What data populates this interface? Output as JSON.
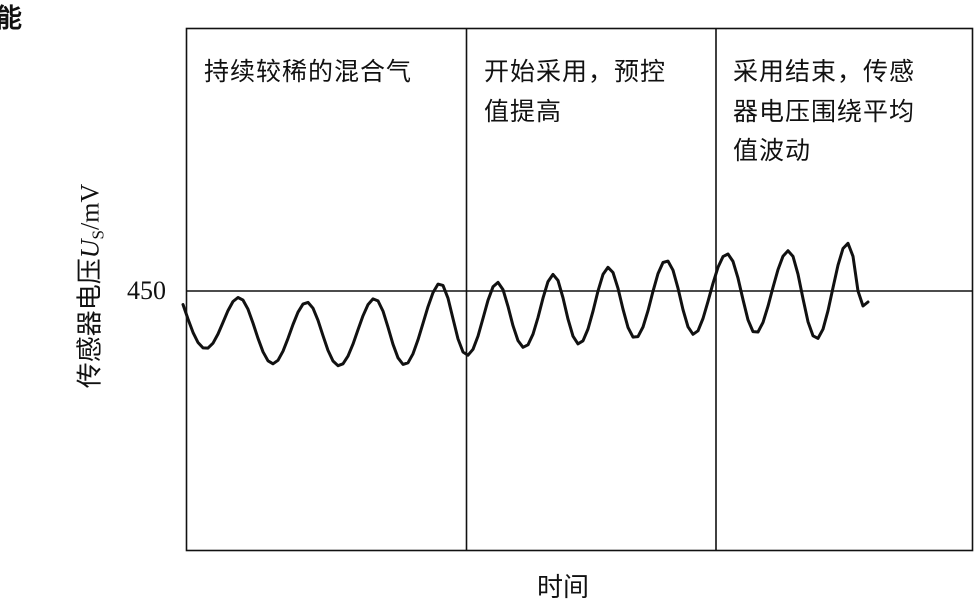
{
  "corner_label": "能",
  "chart_data": {
    "type": "line",
    "xlabel": "时间",
    "ylabel": {
      "prefix": "传感器电压",
      "symbol": "U",
      "subscript": "S",
      "unit": "/mV"
    },
    "y_ticks": [
      "450"
    ],
    "reference_lines": [
      {
        "axis": "y",
        "value": 450
      }
    ],
    "phases": [
      {
        "text": "持续较稀的混合气"
      },
      {
        "text": "开始采用，预控\n值提高"
      },
      {
        "text": "采用结束，传感\n器电压围绕平均\n值波动"
      }
    ],
    "series": [
      {
        "x": [
          0.0,
          5.0,
          10.0,
          15.0,
          20.0,
          25.0,
          30.0,
          35.0,
          40.0,
          45.0,
          50.0,
          55.0,
          60.0,
          65.0,
          70.0,
          75.0,
          80.0,
          85.0,
          90.0,
          95.0,
          100.0,
          105.0,
          110.0,
          115.0,
          120.0,
          125.0,
          130.0,
          135.0,
          140.0,
          145.0,
          150.0,
          155.0,
          160.0,
          165.0,
          170.0,
          175.0,
          180.0,
          185.0,
          190.0,
          195.0,
          200.0,
          205.0,
          210.0,
          215.0,
          220.0,
          225.0,
          230.0,
          235.0,
          240.0,
          245.0,
          250.0,
          255.0,
          260.0,
          265.0,
          270.0,
          275.0,
          280.0,
          285.0,
          290.0,
          295.0,
          300.0,
          305.0,
          310.0,
          315.0,
          320.0,
          325.0,
          330.0,
          335.0,
          340.0,
          345.0,
          350.0,
          355.0,
          360.0,
          365.0,
          370.0,
          375.0,
          380.0,
          385.0,
          390.0,
          395.0,
          400.0,
          405.0,
          410.0,
          415.0,
          420.0,
          425.0,
          430.0,
          435.0,
          440.0,
          445.0,
          450.0,
          455.0,
          460.0,
          465.0,
          470.0,
          475.0,
          480.0,
          485.0,
          490.0,
          495.0,
          500.0,
          505.0,
          510.0,
          515.0,
          520.0,
          525.0,
          530.0,
          535.0,
          540.0,
          545.0,
          550.0,
          555.0,
          560.0,
          565.0,
          570.0,
          575.0,
          580.0,
          585.0,
          590.0,
          595.0,
          600.0,
          605.0,
          610.0,
          615.0,
          620.0,
          625.0,
          630.0,
          635.0,
          640.0,
          645.0,
          650.0,
          655.0,
          660.0,
          665.0,
          670.0,
          675.0,
          680.0,
          685.0
        ],
        "y": [
          436.5,
          422.0,
          408.6,
          398.5,
          393.1,
          392.9,
          397.8,
          407.0,
          418.6,
          430.4,
          439.5,
          443.5,
          440.9,
          431.8,
          417.9,
          402.7,
          389.2,
          380.2,
          377.2,
          380.7,
          389.8,
          402.6,
          416.5,
          428.8,
          436.9,
          438.6,
          432.8,
          420.7,
          405.3,
          390.6,
          380.0,
          375.3,
          377.2,
          384.9,
          396.9,
          411.2,
          425.2,
          436.4,
          442.1,
          440.1,
          429.9,
          413.8,
          396.7,
          383.2,
          376.6,
          378.2,
          387.2,
          401.2,
          417.7,
          434.3,
          448.4,
          456.9,
          455.6,
          442.8,
          422.3,
          402.1,
          389.0,
          385.8,
          391.7,
          404.9,
          422.6,
          440.7,
          454.2,
          458.6,
          451.4,
          434.6,
          415.3,
          400.4,
          393.7,
          396.2,
          406.8,
          423.5,
          442.9,
          459.4,
          466.6,
          460.6,
          443.2,
          421.9,
          404.8,
          397.1,
          400.2,
          412.0,
          429.8,
          450.0,
          466.6,
          473.7,
          468.5,
          452.7,
          431.8,
          413.6,
          403.9,
          404.4,
          414.0,
          430.3,
          449.7,
          467.4,
          478.5,
          479.9,
          470.8,
          452.8,
          431.3,
          414.2,
          406.7,
          410.2,
          422.5,
          439.6,
          457.7,
          473.7,
          484.4,
          487.0,
          479.6,
          462.9,
          441.4,
          421.1,
          409.4,
          409.0,
          418.6,
          434.8,
          453.6,
          471.4,
          484.8,
          490.3,
          484.6,
          466.8,
          442.3,
          419.3,
          405.2,
          402.6,
          411.8,
          430.3,
          453.3,
          475.8,
          492.5,
          497.7,
          484.7,
          450.0,
          435.0,
          439.0
        ],
        "color": "#111111"
      }
    ]
  }
}
